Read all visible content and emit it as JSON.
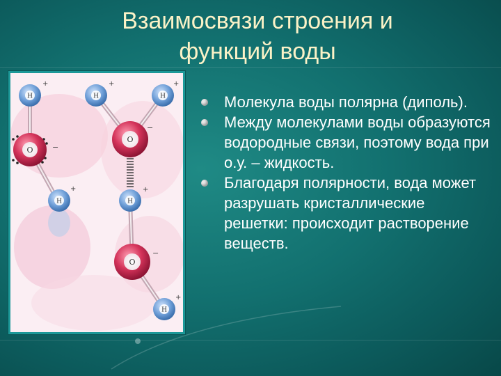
{
  "slide": {
    "title_lines": [
      "Взаимосвязи строения и",
      "функций воды"
    ],
    "bullets": [
      {
        "text": "Молекула воды полярна (диполь)."
      },
      {
        "text": "Между молекулами воды образуются водородные связи, поэтому вода при о.у. – жидкость."
      },
      {
        "text": "Благодаря полярности, вода может разрушать кристаллические решетки: происходит растворение веществ."
      }
    ]
  },
  "molecule_diagram": {
    "hydrogen_label": "H",
    "oxygen_label": "O",
    "positive_sign": "+",
    "negative_sign": "−"
  },
  "colors": {
    "background": "#12706f",
    "title": "#fbf2c7",
    "bullet_text": "#ffffff",
    "oxygen": "#d4335a",
    "hydrogen": "#6f9fd8",
    "frame": "#1c9898"
  }
}
